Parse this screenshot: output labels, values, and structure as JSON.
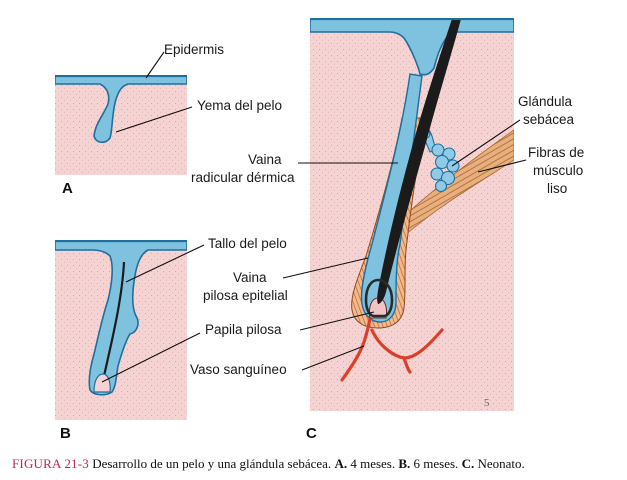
{
  "panels": {
    "a": {
      "letter": "A",
      "labels": {
        "epidermis": "Epidermis",
        "bud": "Yema del pelo"
      }
    },
    "b": {
      "letter": "B",
      "labels": {
        "shaft": "Tallo del pelo",
        "papilla": "Papila pilosa",
        "vessel": "Vaso sanguíneo"
      }
    },
    "c": {
      "letter": "C",
      "labels": {
        "dermal_sheath": [
          "Vaina",
          "radicular dérmica"
        ],
        "epithelial_sheath": [
          "Vaina",
          "pilosa epitelial"
        ],
        "gland": [
          "Glándula",
          "sebácea"
        ],
        "muscle": [
          "Fibras de",
          "músculo",
          "liso"
        ]
      },
      "artist_mark": "5"
    }
  },
  "caption": {
    "figure": "FIGURA 21-3",
    "text": "Desarrollo de un pelo y una glándula sebácea.",
    "items": [
      {
        "key": "A.",
        "text": "4 meses."
      },
      {
        "key": "B.",
        "text": "6 meses."
      },
      {
        "key": "C.",
        "text": "Neonato."
      }
    ]
  },
  "colors": {
    "dermis": "#f6d3d3",
    "epidermis": "#7fc2e0",
    "epidermis_edge": "#1f6f9c",
    "hair": "#1b1b1b",
    "sheath": "#e79a5f",
    "vessel": "#d9402a",
    "muscle": "#d9965c"
  }
}
